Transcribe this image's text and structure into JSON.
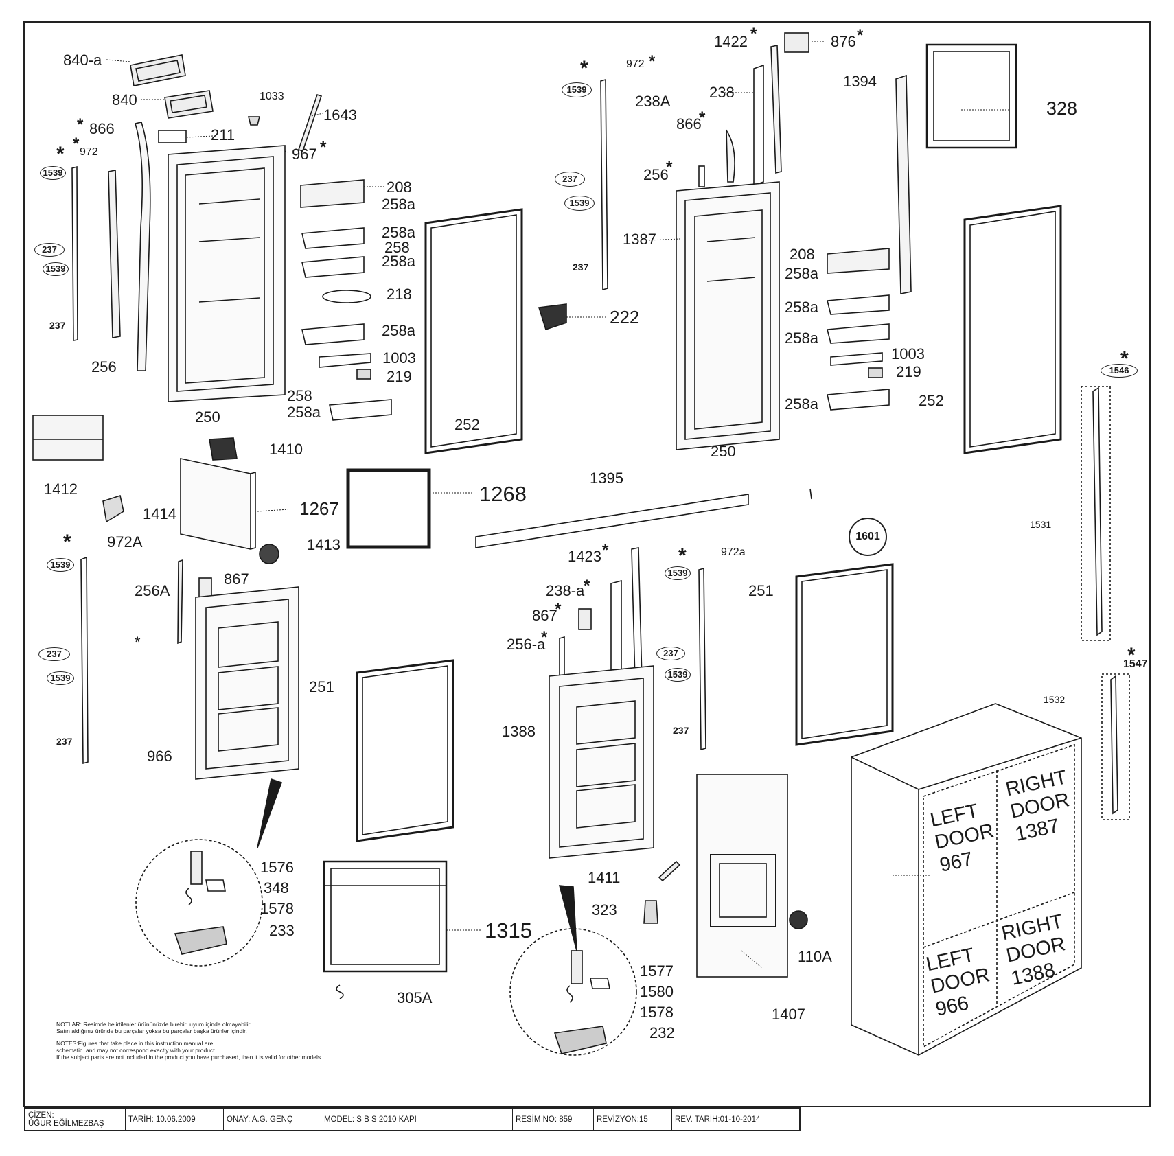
{
  "callouts": {
    "p840a": "840-a",
    "p840": "840",
    "p1033": "1033",
    "p1643": "1643",
    "p866a": "866",
    "p211": "211",
    "p972a": "972",
    "p967": "967",
    "p208a": "208",
    "p258a1": "258a",
    "p258a2": "258a",
    "p258b": "258",
    "p258a3": "258a",
    "p218": "218",
    "p258a4": "258a",
    "p1003a": "1003",
    "p219a": "219",
    "p258c": "258",
    "p258a5": "258a",
    "p250a": "250",
    "p252a": "252",
    "p256a": "256",
    "p1410": "1410",
    "p1412": "1412",
    "p1267": "1267",
    "p1414": "1414",
    "p1413": "1413",
    "p1268": "1268",
    "p972A": "972A",
    "p256A": "256A",
    "p867a": "867",
    "p966": "966",
    "p251a": "251",
    "p1576": "1576",
    "p348": "348",
    "p1578a": "1578",
    "p233": "233",
    "p1315": "1315",
    "p305A": "305A",
    "p1422": "1422",
    "p876": "876",
    "p238": "238",
    "p238A": "238A",
    "p866b": "866",
    "p972b": "972",
    "p256b": "256",
    "p1387": "1387",
    "p1394": "1394",
    "p328": "328",
    "p208b": "208",
    "p258a6": "258a",
    "p258a7": "258a",
    "p258a8": "258a",
    "p1003b": "1003",
    "p219b": "219",
    "p258a9": "258a",
    "p252b": "252",
    "p222": "222",
    "p250b": "250",
    "p1395": "1395",
    "p1601": "1601",
    "p1531": "1531",
    "p1546": "1546",
    "p1423": "1423",
    "p238a": "238-a",
    "p867b": "867",
    "p256a2": "256-a",
    "p972a2": "972a",
    "p1388": "1388",
    "p251b": "251",
    "p1547": "1547",
    "p1532": "1532",
    "p1411": "1411",
    "p323": "323",
    "p110A": "110A",
    "p1407": "1407",
    "p1577": "1577",
    "p1580": "1580",
    "p1578b": "1578",
    "p232": "232"
  },
  "fastener_ovals": {
    "o1539": "1539",
    "o237": "237",
    "o1546": "1546"
  },
  "fastener_codes": {
    "c237": "237"
  },
  "cabinet": {
    "left_top": [
      "LEFT",
      "DOOR",
      "967"
    ],
    "right_top": [
      "RIGHT",
      "DOOR",
      "1387"
    ],
    "left_bottom": [
      "LEFT",
      "DOOR",
      "966"
    ],
    "right_bottom": [
      "RIGHT",
      "DOOR",
      "1388"
    ]
  },
  "notes": {
    "tr": "NOTLAR: Resimde belirtilenler ürününüzde birebir  uyum içinde olmayabilir.\nSatın aldığınız üründe bu parçalar yoksa bu parçalar başka ürünler içindir.",
    "en": "NOTES:Figures that take place in this instruction manual are\nschematic  and may not correspond exactly with your product.\nIf the subject parts are not included in the product you have purchased, then it is valid for other models."
  },
  "title_block": {
    "drawn_by": "ÇİZEN:\nUĞUR EĞİLMEZBAŞ",
    "date": "TARİH: 10.06.2009",
    "approved": "ONAY:  A.G. GENÇ",
    "model": "MODEL: S B S  2010 KAPI",
    "drawing_no": "RESİM NO: 859",
    "revision": "REVİZYON:15",
    "rev_date": "REV. TARİH:01-10-2014"
  },
  "colors": {
    "line": "#1a1a1a",
    "frame": "#222222",
    "fill": "#ffffff",
    "shade": "#d9d9d9"
  }
}
